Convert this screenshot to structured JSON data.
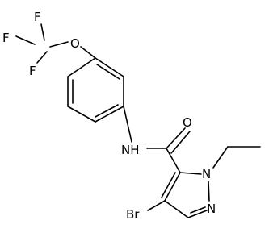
{
  "molecule": {
    "atoms": {
      "f1": "F",
      "f2": "F",
      "f3": "F",
      "o_ether": "O",
      "o_carbonyl": "O",
      "nh": "NH",
      "br": "Br",
      "n1": "N",
      "n2": "N"
    }
  }
}
